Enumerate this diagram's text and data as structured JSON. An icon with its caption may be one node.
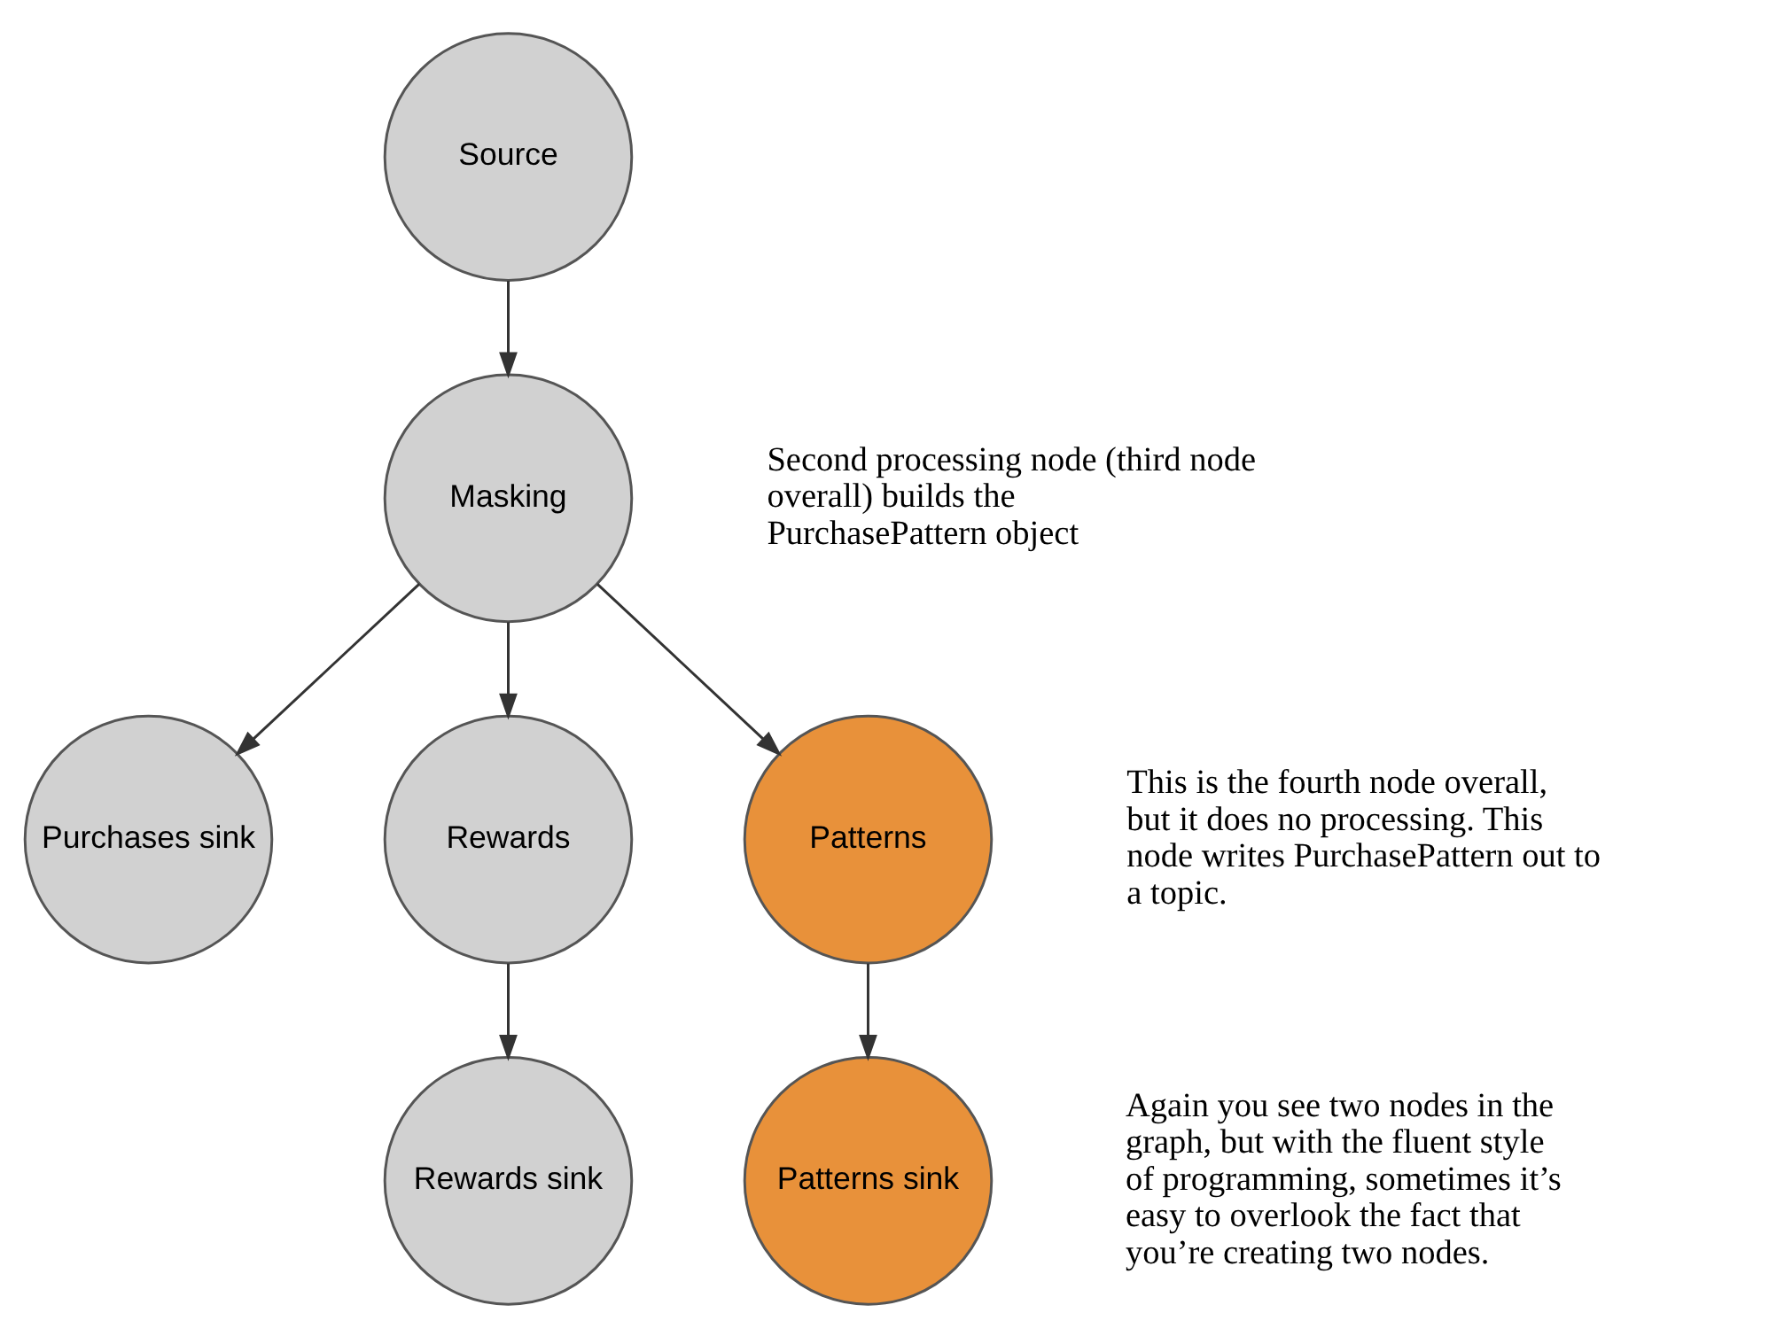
{
  "diagram": {
    "nodes": [
      {
        "text": [
          "Source"
        ]
      },
      {
        "text": [
          "Masking"
        ]
      },
      {
        "text": [
          "Purchases sink"
        ]
      },
      {
        "text": [
          "Rewards"
        ]
      },
      {
        "text": [
          "Patterns"
        ]
      },
      {
        "text": [
          "Rewards sink"
        ]
      },
      {
        "text": [
          "Patterns sink"
        ]
      }
    ],
    "edges": [
      {
        "from": 0,
        "to": 1,
        "arrow": "to"
      },
      {
        "from": 1,
        "to": 2,
        "arrow": "to"
      },
      {
        "from": 1,
        "to": 3,
        "arrow": "to"
      },
      {
        "from": 1,
        "to": 4,
        "arrow": "to"
      },
      {
        "from": 3,
        "to": 5,
        "arrow": "to"
      },
      {
        "from": 4,
        "to": 6,
        "arrow": "to"
      }
    ],
    "labels": [
      "Second processing node (third node overall) builds the PurchasePattern object",
      "This is the fourth node overall, but it does no processing. This node writes PurchasePattern out to a topic.",
      "Again you see two nodes in the graph, but with the fluent style of programming, sometimes it’s easy to overlook the fact that you’re creating two nodes."
    ]
  }
}
